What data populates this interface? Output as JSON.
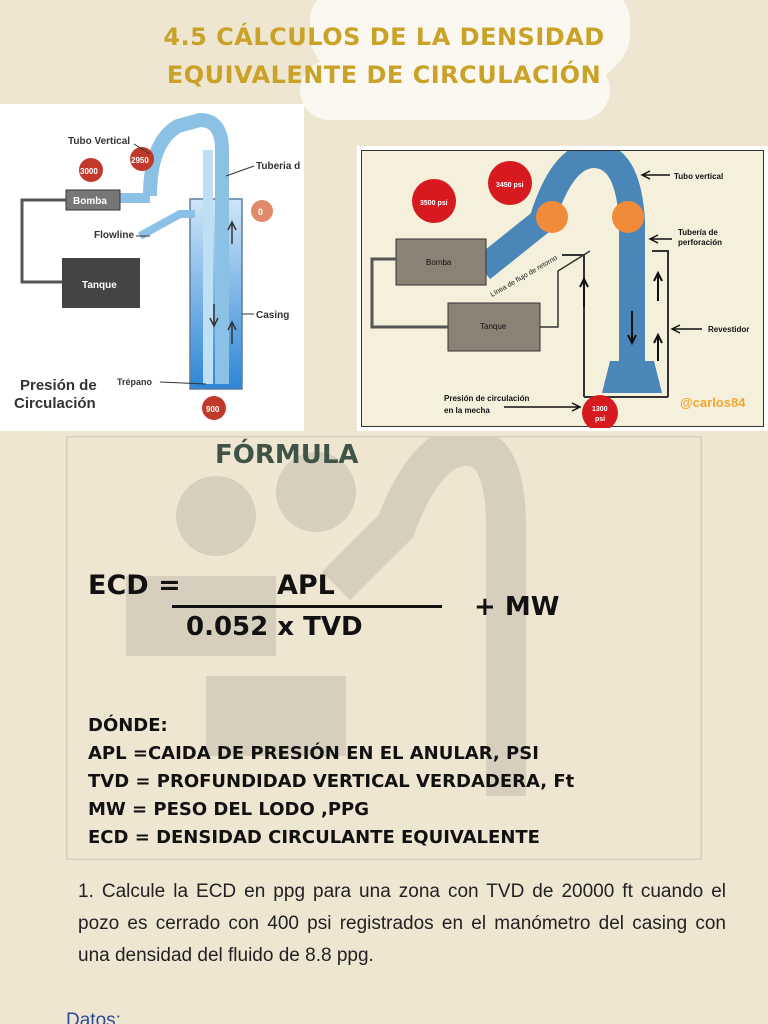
{
  "title": {
    "line1": "4.5 CÁLCULOS DE LA DENSIDAD",
    "line2": "EQUIVALENTE  DE CIRCULACIÓN"
  },
  "diagram1": {
    "labels": {
      "tubo_vertical": "Tubo Vertical",
      "bomba": "Bomba",
      "flowline": "Flowline",
      "tanque": "Tanque",
      "tuberia": "Tuberia d",
      "casing": "Casing",
      "trepano": "Trépano",
      "presion_1": "Presión de",
      "presion_2": "Circulación"
    },
    "gauges": {
      "bomba": "3000",
      "tubo": "2950",
      "anular": "0",
      "fondo": "900"
    }
  },
  "diagram2": {
    "labels": {
      "tubo_vertical": "Tubo vertical",
      "tuberia_1": "Tubería de",
      "tuberia_2": "perforación",
      "bomba": "Bomba",
      "tanque": "Tanque",
      "revestidor": "Revestidor",
      "linea_retorno": "Línea de flujo de retorno",
      "mecha_1": "Presión de circulación",
      "mecha_2": "en la mecha",
      "watermark": "@carlos84"
    },
    "gauges": {
      "bomba": "3500 psi",
      "tubo": "3450 psi",
      "mecha_1": "1300",
      "mecha_2": "psi"
    }
  },
  "formula": {
    "heading": "FÓRMULA",
    "lhs": "ECD =",
    "numerator": "APL",
    "denominator": "0.052 x TVD",
    "plus": "+ MW"
  },
  "definitions": [
    "DÓNDE:",
    "APL =CAIDA DE PRESIÓN EN EL ANULAR, PSI",
    "TVD = PROFUNDIDAD VERTICAL VERDADERA, Ft",
    "MW = PESO DEL LODO ,PPG",
    "ECD = DENSIDAD CIRCULANTE EQUIVALENTE"
  ],
  "question": "1. Calcule la ECD en ppg para una zona con TVD de 20000 ft cuando el pozo es cerrado con 400 psi registrados en el manómetro del casing con una densidad del fluido de 8.8 ppg.",
  "datos_label": "Datos:"
}
